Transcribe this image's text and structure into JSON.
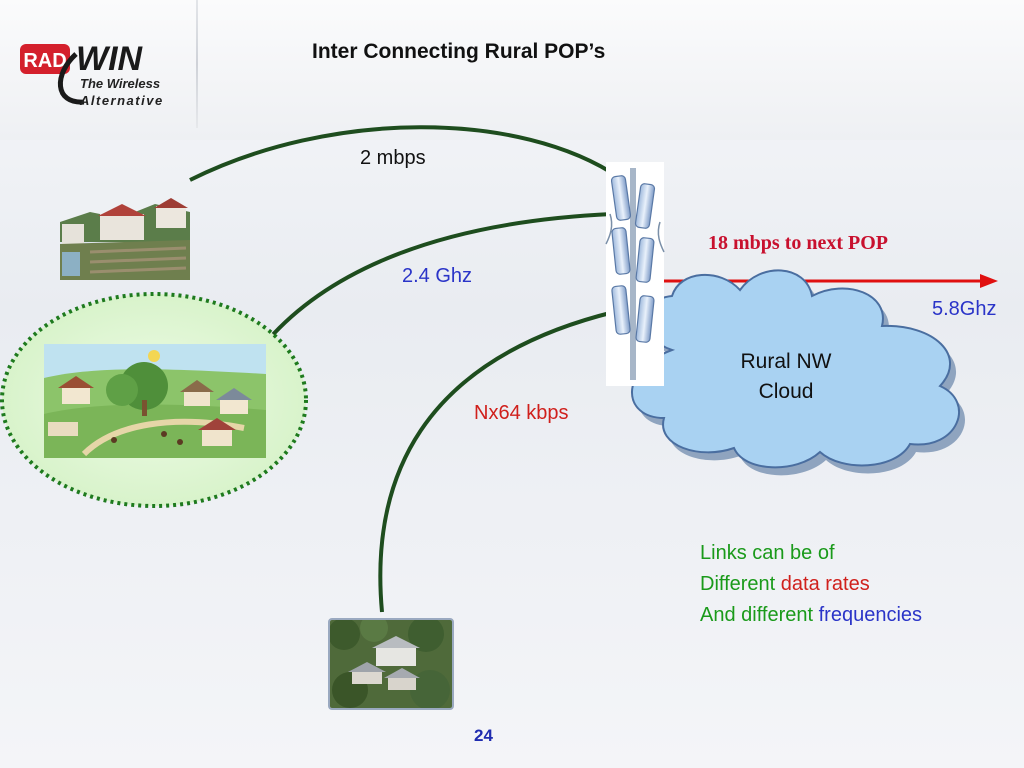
{
  "title": "Inter Connecting Rural POP’s",
  "logo": {
    "brand_left": "RAD",
    "brand_right": "WIN",
    "tagline_line1": "The Wireless",
    "tagline_line2": "Alternative",
    "brand_color": "#d4202c"
  },
  "links": {
    "top_rate": "2 mbps",
    "mid_freq": "2.4 Ghz",
    "bottom_rate": "Nx64 kbps",
    "pop_rate": "18 mbps to next POP",
    "pop_freq": "5.8Ghz"
  },
  "cloud": {
    "line1": "Rural NW",
    "line2": "Cloud"
  },
  "note": {
    "line1": "Links can be of",
    "line2_a": "Different ",
    "line2_b": "data rates",
    "line3_a": "And different ",
    "line3_b": "frequencies"
  },
  "page_number": "24",
  "colors": {
    "link_line": "#1e4d1e",
    "pop_arrow": "#e01010",
    "cloud_fill": "#a9d2f2",
    "village_ellipse_border": "#1e7a1e",
    "note_green": "#1a9a1a",
    "note_red": "#d0201c",
    "note_blue": "#2a34c8"
  }
}
